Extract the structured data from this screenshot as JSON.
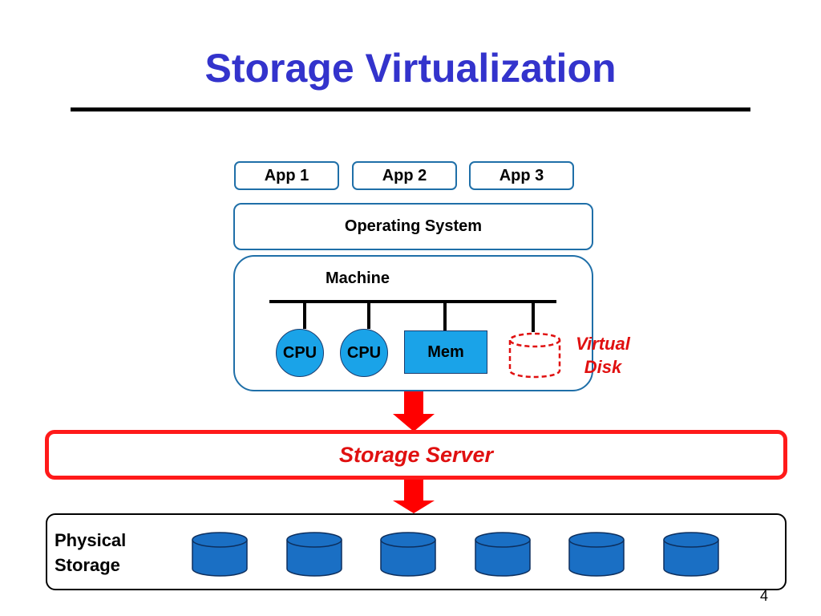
{
  "title": "Storage Virtualization",
  "apps": [
    "App 1",
    "App 2",
    "App 3"
  ],
  "os_label": "Operating System",
  "machine": {
    "label": "Machine",
    "cpu_labels": [
      "CPU",
      "CPU"
    ],
    "mem_label": "Mem",
    "virtual_disk_label_line1": "Virtual",
    "virtual_disk_label_line2": "Disk"
  },
  "storage_server_label": "Storage Server",
  "physical_storage": {
    "label_line1": "Physical",
    "label_line2": "Storage",
    "disk_count": 6
  },
  "page_number": "4",
  "colors": {
    "title": "#3333cc",
    "box_border": "#1f6fa8",
    "component_fill": "#1aa3e8",
    "disk_fill": "#1a6fc4",
    "accent_red": "#ff1a1a"
  }
}
